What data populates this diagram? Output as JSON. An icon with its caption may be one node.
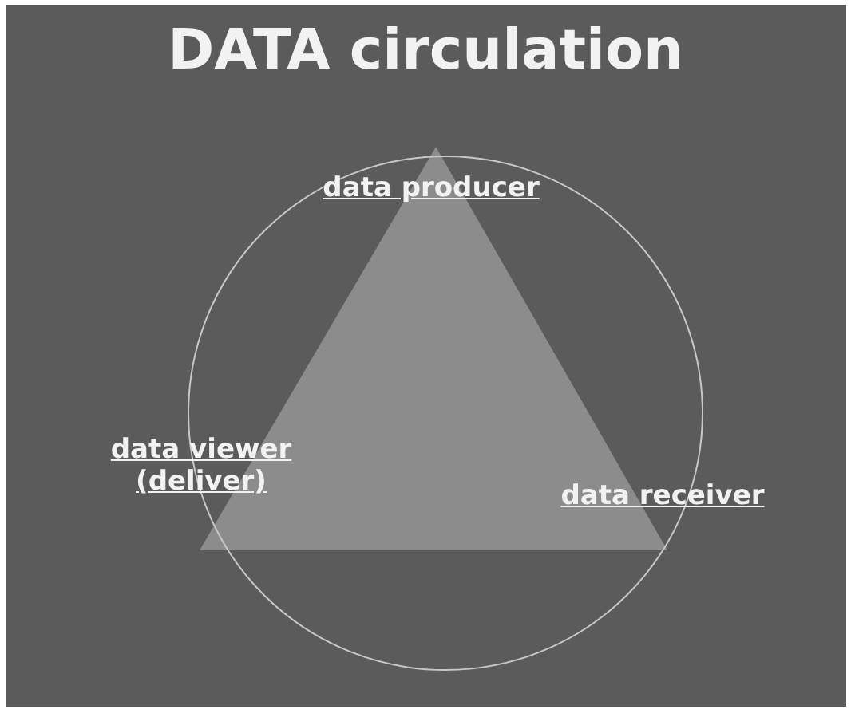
{
  "diagram": {
    "title": "DATA circulation",
    "labels": [
      "data producer",
      "data viewer (deliver)",
      "data receiver"
    ]
  }
}
